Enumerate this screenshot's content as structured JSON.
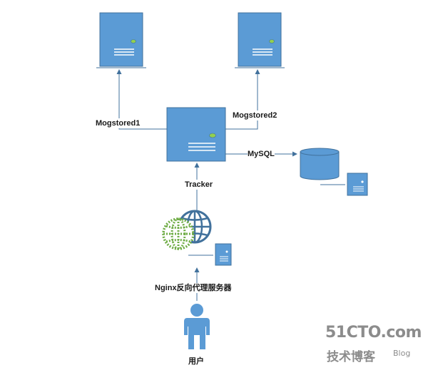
{
  "diagram": {
    "labels": {
      "mogstored1": "Mogstored1",
      "mogstored2": "Mogstored2",
      "mysql": "MySQL",
      "tracker": "Tracker",
      "nginx": "Nginx反向代理服务器",
      "user": "用户"
    },
    "watermark": {
      "site": "51CTO.com",
      "subtitle": "技术博客",
      "blog": "Blog"
    }
  },
  "colors": {
    "server": "#5b9bd5",
    "server_border": "#41719c",
    "arrow": "#41719c",
    "lights": "#92d050",
    "globe_green": "#70ad47",
    "watermark": "#8c8c8c"
  },
  "icons": [
    "server-icon",
    "database-icon",
    "globe-icon",
    "user-icon"
  ]
}
